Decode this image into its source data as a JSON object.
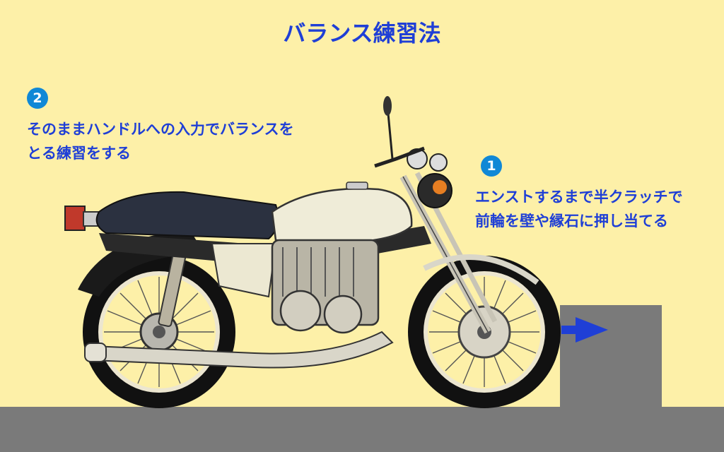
{
  "title": "バランス練習法",
  "steps": [
    {
      "number": "1",
      "lines": [
        "エンストするまで半クラッチで",
        "前輪を壁や縁石に押し当てる"
      ]
    },
    {
      "number": "2",
      "lines": [
        "そのままハンドルへの入力でバランスを",
        "とる練習をする"
      ]
    }
  ],
  "colors": {
    "background": "#fdf0a8",
    "text": "#1f3fd6",
    "badge": "#1088d6",
    "ground": "#7a7a7a",
    "arrow": "#1f3fd6"
  },
  "icons": {
    "arrow": "arrow-right-icon",
    "motorcycle": "motorcycle-illustration"
  }
}
